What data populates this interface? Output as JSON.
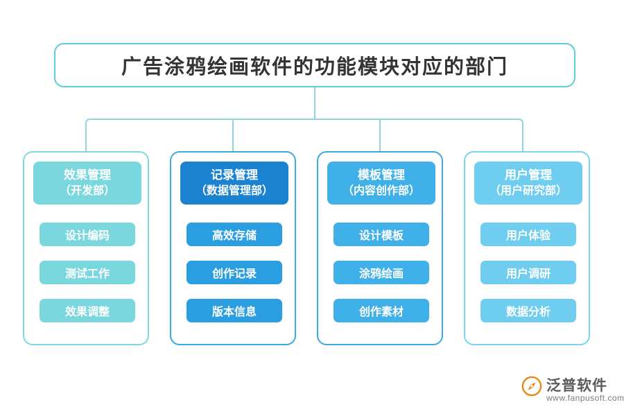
{
  "title": "广告涂鸦绘画软件的功能模块对应的部门",
  "colors": {
    "title_border": "#5ecbd6",
    "col0": "#7ad7dd",
    "col1": "#1b82d1",
    "col2": "#3fb1e8",
    "col3": "#6fcdf0",
    "connector": "#8fd4e0"
  },
  "columns": [
    {
      "head_line1": "效果管理",
      "head_line2": "（开发部）",
      "items": [
        "设计编码",
        "测试工作",
        "效果调整"
      ]
    },
    {
      "head_line1": "记录管理",
      "head_line2": "（数据管理部）",
      "items": [
        "高效存储",
        "创作记录",
        "版本信息"
      ]
    },
    {
      "head_line1": "模板管理",
      "head_line2": "（内容创作部）",
      "items": [
        "设计模板",
        "涂鸦绘画",
        "创作素材"
      ]
    },
    {
      "head_line1": "用户管理",
      "head_line2": "（用户研究部）",
      "items": [
        "用户体验",
        "用户调研",
        "数据分析"
      ]
    }
  ],
  "logo": {
    "name": "泛普软件",
    "url": "www.fanpusoft.com"
  }
}
